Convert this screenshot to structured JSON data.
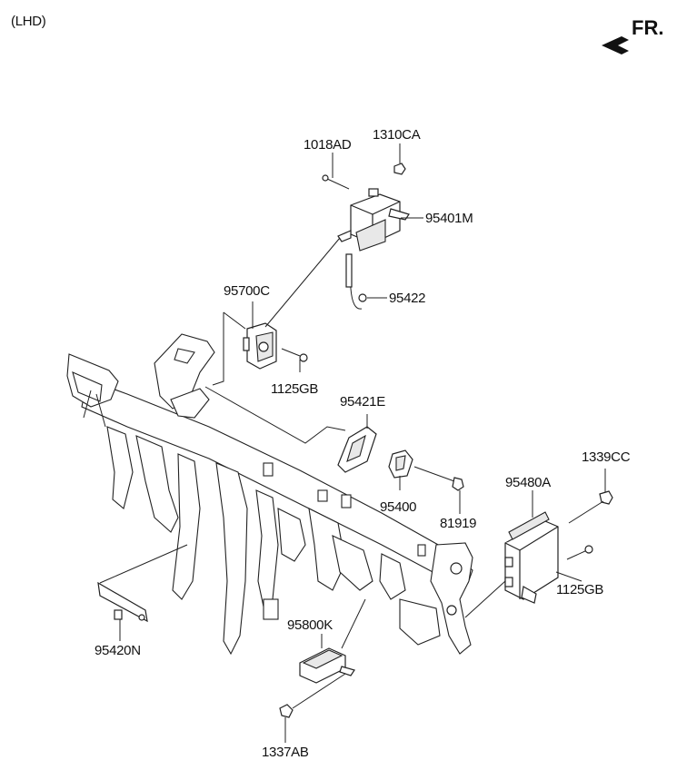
{
  "header": {
    "variant": "(LHD)",
    "direction_label": "FR."
  },
  "labels": {
    "p1018AD": "1018AD",
    "p1310CA": "1310CA",
    "p95401M": "95401M",
    "p95422": "95422",
    "p95700C": "95700C",
    "p1125GB_top": "1125GB",
    "p95421E": "95421E",
    "p95400": "95400",
    "p81919": "81919",
    "p95480A": "95480A",
    "p1339CC": "1339CC",
    "p1125GB_right": "1125GB",
    "p95420N": "95420N",
    "p95800K": "95800K",
    "p1337AB": "1337AB"
  },
  "icons": {
    "direction": "front-arrow-icon"
  }
}
